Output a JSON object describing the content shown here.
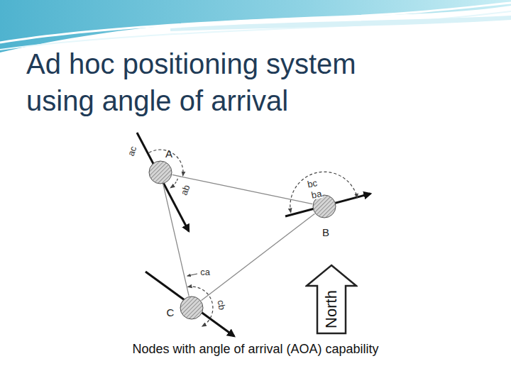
{
  "diagram": {
    "title": "Ad hoc positioning system using angle of arrival",
    "caption": "Nodes with angle of arrival (AOA) capability",
    "nodes": [
      {
        "text": [
          "A"
        ]
      },
      {
        "text": [
          "B"
        ]
      },
      {
        "text": [
          "C"
        ]
      },
      {
        "text": [
          "North"
        ]
      }
    ],
    "edges": [
      {
        "from": 0,
        "to": 1,
        "arrow": "none"
      },
      {
        "from": 1,
        "to": 2,
        "arrow": "none"
      },
      {
        "from": 2,
        "to": 0,
        "arrow": "none"
      }
    ],
    "labels": [
      "ac",
      "ab",
      "bc",
      "ba",
      "ca",
      "cb"
    ]
  }
}
